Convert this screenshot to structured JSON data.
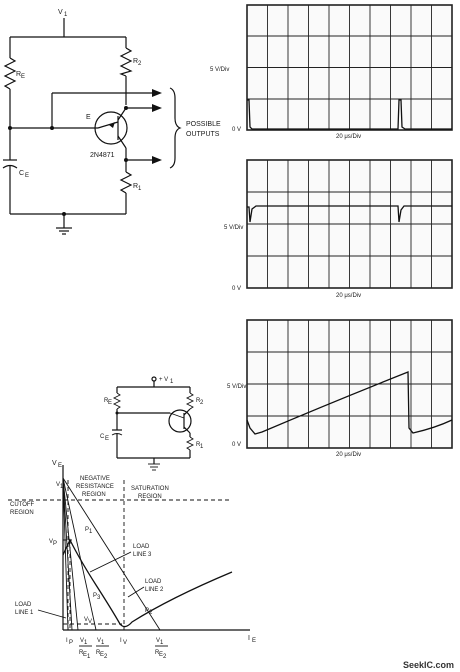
{
  "circuit_top": {
    "supply": "V",
    "supply_sub": "1",
    "re": "R",
    "re_sub": "E",
    "r2": "R",
    "r2_sub": "2",
    "r1": "R",
    "r1_sub": "1",
    "ce": "C",
    "ce_sub": "E",
    "emitter": "E",
    "transistor": "2N4871",
    "outputs_line1": "POSSIBLE",
    "outputs_line2": "OUTPUTS"
  },
  "scope1": {
    "ylabel": "5 V/Div",
    "zero": "0 V",
    "xlabel": "20 μs/Div"
  },
  "scope2": {
    "ylabel": "5 V/Div",
    "zero": "0 V",
    "xlabel": "20 μs/Div"
  },
  "scope3": {
    "ylabel": "5 V/Div",
    "zero": "0 V",
    "xlabel": "20 μs/Div"
  },
  "circuit_small": {
    "supply": "+ V",
    "supply_sub": "1",
    "re": "R",
    "re_sub": "E",
    "r2": "R",
    "r2_sub": "2",
    "r1": "R",
    "r1_sub": "1",
    "ce": "C",
    "ce_sub": "E"
  },
  "curve": {
    "ve": "V",
    "ve_sub": "E",
    "v1": "V",
    "v1_sub": "1",
    "vp": "V",
    "vp_sub": "P",
    "vv": "V",
    "vv_sub": "V",
    "ie": "I",
    "ie_sub": "E",
    "ip": "I",
    "ip_sub": "P",
    "iv": "I",
    "iv_sub": "V",
    "cutoff1": "CUTOFF",
    "cutoff2": "REGION",
    "negres1": "NEGATIVE",
    "negres2": "RESISTANCE",
    "negres3": "REGION",
    "sat1": "SATURATION",
    "sat2": "REGION",
    "p1": "P",
    "p1_sub": "1",
    "p2": "P",
    "p2_sub": "2",
    "p3": "P",
    "p3_sub": "3",
    "ll1a": "LOAD",
    "ll1b": "LINE 1",
    "ll2a": "LOAD",
    "ll2b": "LINE 2",
    "ll3a": "LOAD",
    "ll3b": "LINE 3",
    "frac1_num": "V",
    "frac1_num_sub": "1",
    "frac1_den": "R",
    "frac1_den_sub": "E",
    "frac1_den_sub2": "1",
    "frac2_num": "V",
    "frac2_num_sub": "1",
    "frac2_den": "R",
    "frac2_den_sub": "E",
    "frac2_den_sub2": "2",
    "frac3_num": "V",
    "frac3_num_sub": "1",
    "frac3_den": "R",
    "frac3_den_sub": "E",
    "frac3_den_sub2": "2"
  },
  "watermark": "SeekIC.com"
}
